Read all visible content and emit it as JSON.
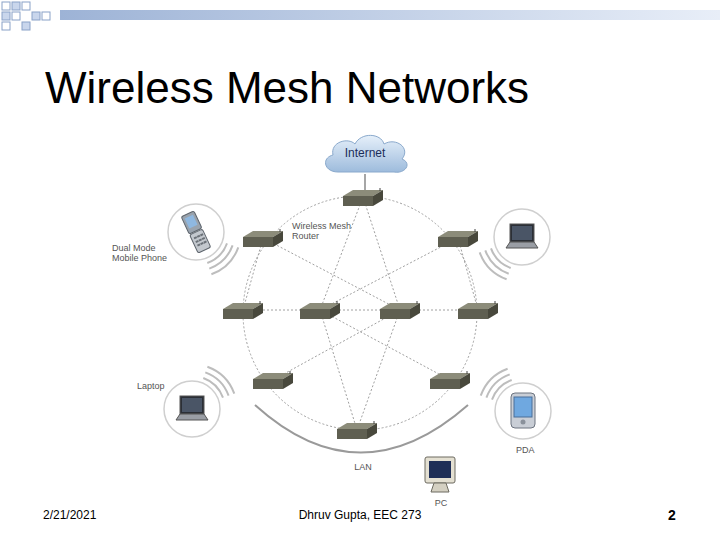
{
  "diagram": {
    "title": "Wireless Mesh Networks",
    "nodes": [
      {
        "text": [
          "Internet"
        ]
      },
      {
        "text": [
          "Dual Mode Mobile Phone"
        ]
      },
      {
        "text": [
          "Laptop"
        ]
      },
      {
        "text": [
          "PDA"
        ]
      }
    ],
    "labels": [
      "Wireless Mesh Router",
      "LAN",
      "PC",
      "2/21/2021",
      "Dhruv Gupta, EEC 273",
      "2"
    ]
  }
}
